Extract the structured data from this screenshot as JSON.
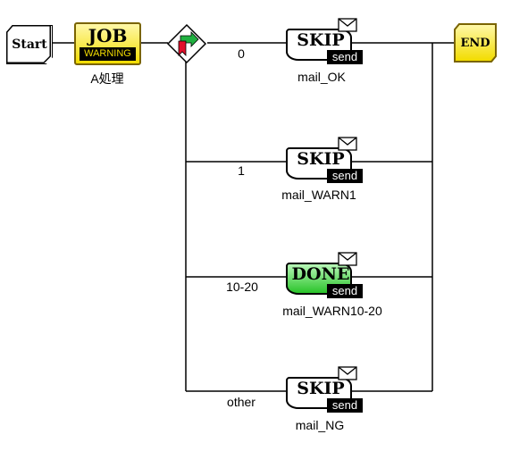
{
  "nodes": {
    "start": {
      "label": "Start"
    },
    "job": {
      "title": "JOB",
      "status": "WARNING",
      "name": "A処理"
    },
    "end": {
      "label": "END"
    }
  },
  "branches": [
    {
      "condition": "0",
      "mail_state": "SKIP",
      "mail_action": "send",
      "mail_name": "mail_OK"
    },
    {
      "condition": "1",
      "mail_state": "SKIP",
      "mail_action": "send",
      "mail_name": "mail_WARN1"
    },
    {
      "condition": "10-20",
      "mail_state": "DONE",
      "mail_action": "send",
      "mail_name": "mail_WARN10-20"
    },
    {
      "condition": "other",
      "mail_state": "SKIP",
      "mail_action": "send",
      "mail_name": "mail_NG"
    }
  ],
  "colors": {
    "job_fill": "#f2dc00",
    "done_fill": "#2ac42a",
    "line": "#000000"
  }
}
